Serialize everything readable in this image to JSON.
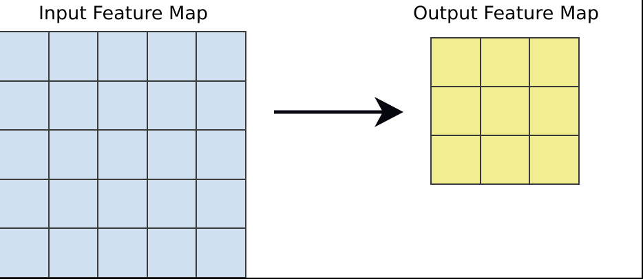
{
  "diagram": {
    "type": "feature-map-transformation",
    "panels": [
      {
        "id": "input",
        "title": "Input Feature Map",
        "rows": 5,
        "cols": 5,
        "cell_count": 25,
        "fill_color": "#d0e0f1",
        "stroke_color": "#3a3a3a"
      },
      {
        "id": "output",
        "title": "Output Feature Map",
        "rows": 3,
        "cols": 3,
        "cell_count": 9,
        "fill_color": "#f0ee90",
        "stroke_color": "#3a3a3a"
      }
    ],
    "connector": {
      "name": "arrow-right",
      "direction": "left-to-right",
      "color": "#000000",
      "label": ""
    },
    "background_color": "#ffffff"
  },
  "chart_data": {
    "type": "diagram",
    "title": "",
    "series": [
      {
        "name": "Input Feature Map",
        "rows": 5,
        "cols": 5,
        "values": 25,
        "color": "#d0e0f1"
      },
      {
        "name": "Output Feature Map",
        "rows": 3,
        "cols": 3,
        "values": 9,
        "color": "#f0ee90"
      }
    ],
    "annotations": [
      "Input Feature Map",
      "Output Feature Map"
    ],
    "legend": "none",
    "grid": true
  }
}
